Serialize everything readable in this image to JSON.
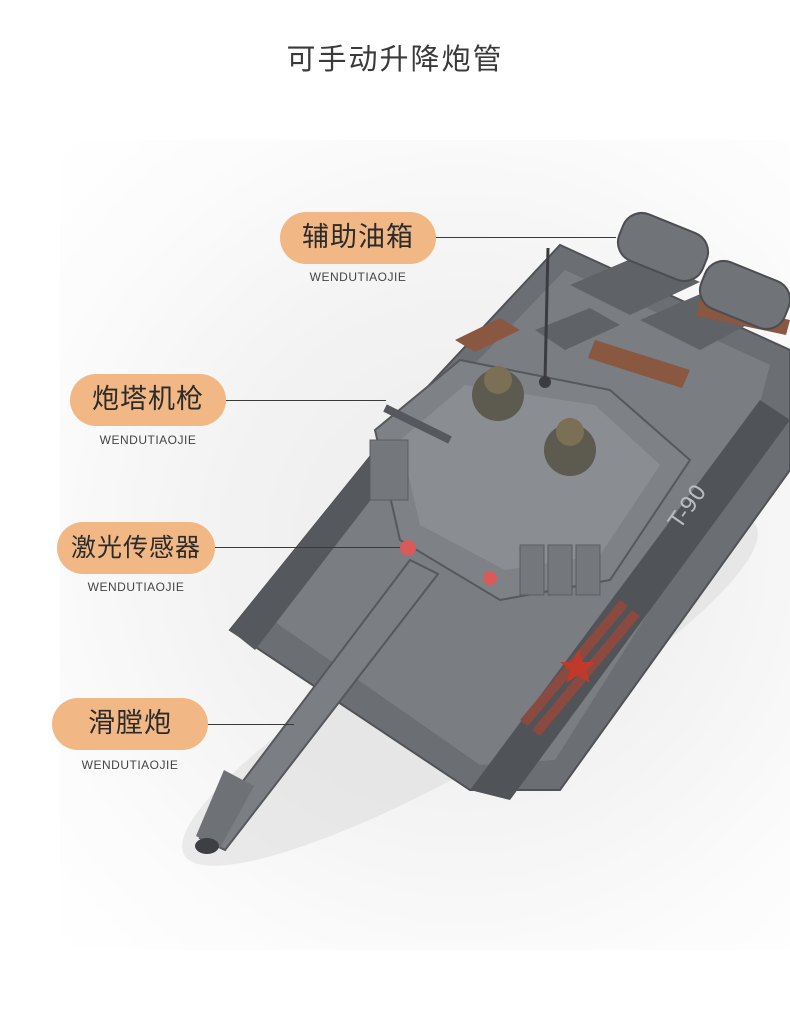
{
  "title": "可手动升降炮管",
  "callouts": [
    {
      "label": "辅助油箱",
      "sub": "WENDUTIAOJIE"
    },
    {
      "label": "炮塔机枪",
      "sub": "WENDUTIAOJIE"
    },
    {
      "label": "激光传感器",
      "sub": "WENDUTIAOJIE"
    },
    {
      "label": "滑膛炮",
      "sub": "WENDUTIAOJIE"
    }
  ],
  "tank": {
    "marking": "T-90",
    "colors": {
      "hull": "#6b6e73",
      "accent": "#8a5740",
      "star": "#c0392b",
      "pill": "#f1b785"
    }
  }
}
